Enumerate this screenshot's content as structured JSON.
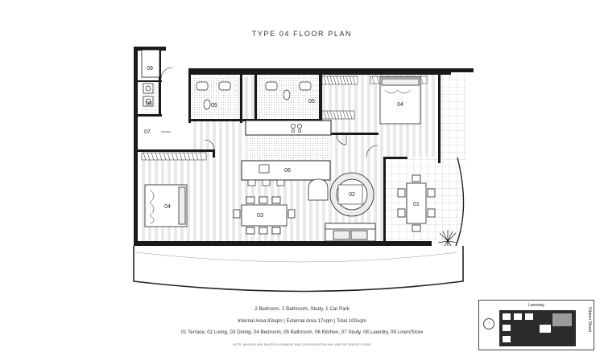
{
  "title": "TYPE 04 FLOOR PLAN",
  "rooms": {
    "terrace": "01",
    "living": "02",
    "dining": "03",
    "bedroom_left": "04",
    "bedroom_right": "04",
    "bath_left": "05",
    "bath_right": "05",
    "kitchen": "06",
    "study": "07",
    "laundry": "08",
    "linen": "09"
  },
  "captions": {
    "summary": "2 Bedroom, 2 Bathroom, Study, 1 Car Park",
    "areas": "Internal Area 83sqm  |  External Area 17sqm  |  Total 100sqm",
    "legend": "01 Terrace, 02 Living, 03 Dining, 04 Bedroom, 05 Bathroom, 06 Kitchen, 07 Study, 08 Laundry, 09 Linen/Store",
    "note": "NOTE: WINDOW AND PANTRY ALIGNMENT AND CONFIGURATION MAY VARY BETWEEN FLOORS"
  },
  "keyplan": {
    "lane": "Laneway",
    "street": "Gibbon Street"
  },
  "icons": [
    "north-arrow-icon",
    "plant-icon",
    "door-swing-icon"
  ]
}
